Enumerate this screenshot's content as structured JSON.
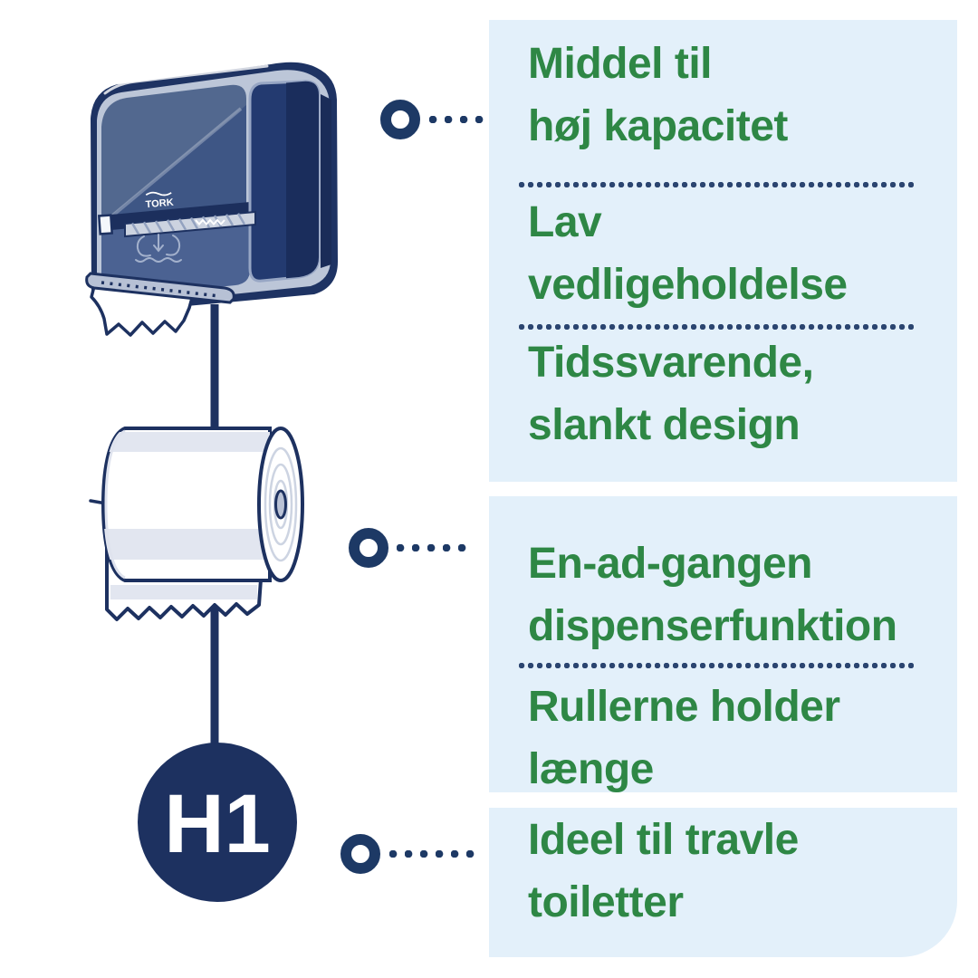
{
  "brand": {
    "logo_label": "TORK"
  },
  "badge": {
    "label": "H1"
  },
  "colors": {
    "navy": "#1d3160",
    "green": "#2e8745",
    "panel_blue": "#e3f0fa",
    "dot_navy": "#2b4570"
  },
  "panels": [
    {
      "items": [
        {
          "lines": [
            "Middel til",
            "høj kapacitet"
          ]
        },
        {
          "lines": [
            "Lav",
            "vedligeholdelse"
          ]
        },
        {
          "lines": [
            "Tidssvarende,",
            "slankt design"
          ]
        }
      ]
    },
    {
      "items": [
        {
          "lines": [
            "En-ad-gangen",
            "dispenserfunktion"
          ]
        },
        {
          "lines": [
            "Rullerne holder",
            "længe"
          ]
        }
      ]
    },
    {
      "items": [
        {
          "lines": [
            "Ideel til travle",
            "toiletter"
          ]
        }
      ]
    }
  ]
}
